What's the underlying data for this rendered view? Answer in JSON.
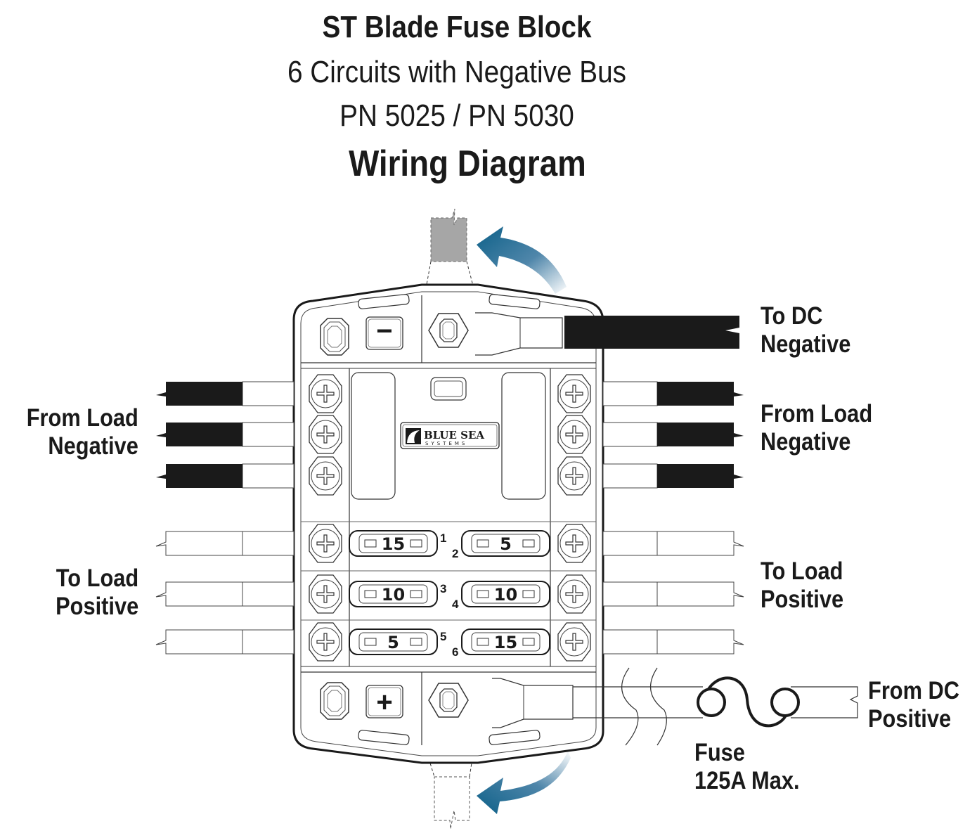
{
  "header": {
    "product": "ST Blade Fuse Block",
    "subtitle": "6 Circuits with Negative Bus",
    "part_numbers": "PN 5025 / PN 5030",
    "diagram_type": "Wiring Diagram"
  },
  "labels": {
    "to_dc_negative": [
      "To DC",
      "Negative"
    ],
    "from_load_negative_left": [
      "From Load",
      "Negative"
    ],
    "from_load_negative_right": [
      "From Load",
      "Negative"
    ],
    "to_load_positive_left": [
      "To Load",
      "Positive"
    ],
    "to_load_positive_right": [
      "To Load",
      "Positive"
    ],
    "from_dc_positive": [
      "From DC",
      "Positive"
    ],
    "fuse": [
      "Fuse",
      "125A Max."
    ]
  },
  "brand": {
    "name": "BLUE SEA",
    "sub": "SYSTEMS"
  },
  "bus_symbols": {
    "negative": "−",
    "positive": "+"
  },
  "circuits": [
    {
      "number": "1",
      "rating": "15",
      "side": "left"
    },
    {
      "number": "2",
      "rating": "5",
      "side": "right"
    },
    {
      "number": "3",
      "rating": "10",
      "side": "left"
    },
    {
      "number": "4",
      "rating": "10",
      "side": "right"
    },
    {
      "number": "5",
      "rating": "5",
      "side": "left"
    },
    {
      "number": "6",
      "rating": "15",
      "side": "right"
    }
  ],
  "colors": {
    "arrow": "#0d6088",
    "wire_negative": "#1a1a1a",
    "wire_positive": "#ffffff",
    "ghost_wire": "#a6a6a6"
  }
}
